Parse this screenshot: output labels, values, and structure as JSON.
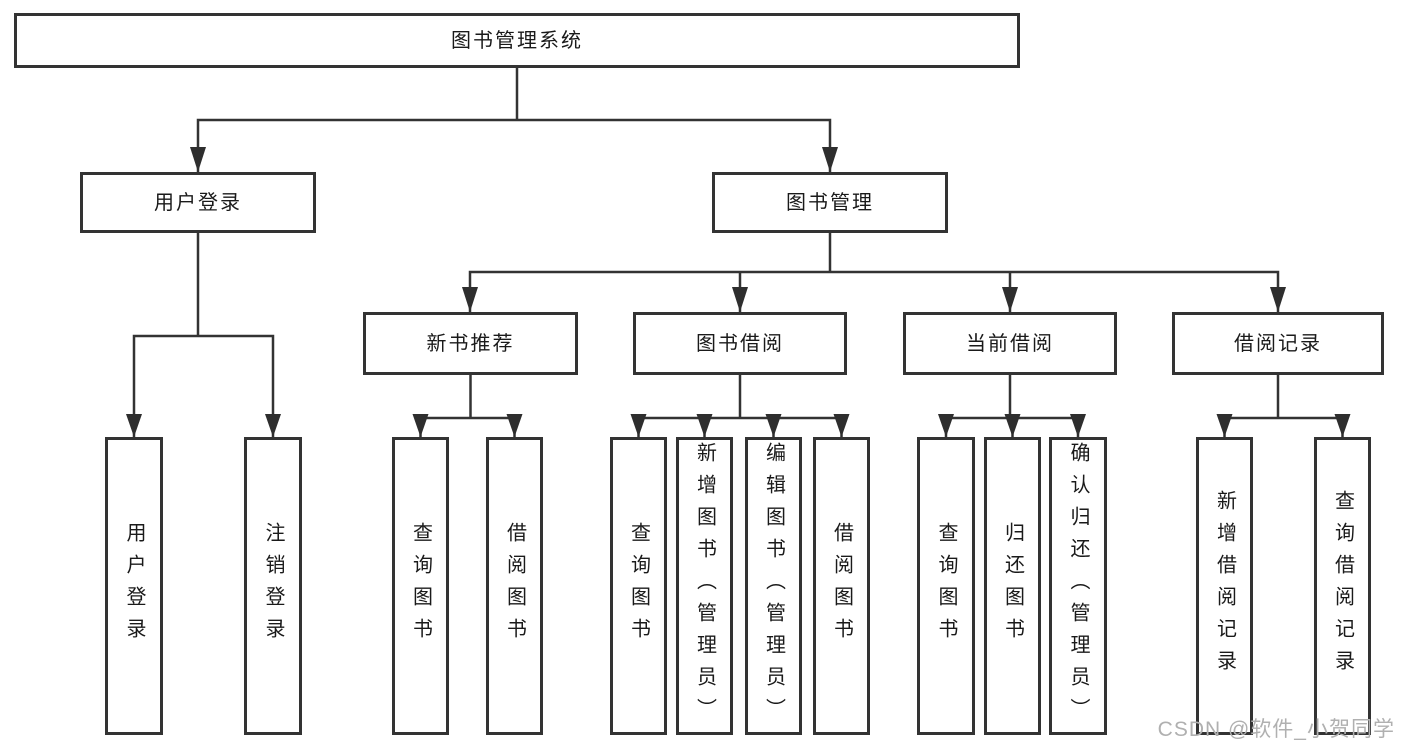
{
  "diagram": {
    "title": "图书管理系统",
    "level2": [
      {
        "label": "用户登录"
      },
      {
        "label": "图书管理"
      }
    ],
    "level3": [
      {
        "label": "新书推荐",
        "parent": "图书管理"
      },
      {
        "label": "图书借阅",
        "parent": "图书管理"
      },
      {
        "label": "当前借阅",
        "parent": "图书管理"
      },
      {
        "label": "借阅记录",
        "parent": "图书管理"
      }
    ],
    "leaves": [
      {
        "label": "用户登录",
        "parent": "用户登录"
      },
      {
        "label": "注销登录",
        "parent": "用户登录"
      },
      {
        "label": "查询图书",
        "parent": "新书推荐"
      },
      {
        "label": "借阅图书",
        "parent": "新书推荐"
      },
      {
        "label": "查询图书",
        "parent": "图书借阅"
      },
      {
        "label": "新增图书（管理员）",
        "parent": "图书借阅"
      },
      {
        "label": "编辑图书（管理员）",
        "parent": "图书借阅"
      },
      {
        "label": "借阅图书",
        "parent": "图书借阅"
      },
      {
        "label": "查询图书",
        "parent": "当前借阅"
      },
      {
        "label": "归还图书",
        "parent": "当前借阅"
      },
      {
        "label": "确认归还（管理员）",
        "parent": "当前借阅"
      },
      {
        "label": "新增借阅记录",
        "parent": "借阅记录"
      },
      {
        "label": "查询借阅记录",
        "parent": "借阅记录"
      }
    ]
  },
  "watermark": {
    "label": "CSDN @软件_小贺同学"
  },
  "colors": {
    "line": "#333333",
    "text": "#1a1a1a",
    "box_background": "#ffffff",
    "watermark": "#b0b0b0"
  }
}
